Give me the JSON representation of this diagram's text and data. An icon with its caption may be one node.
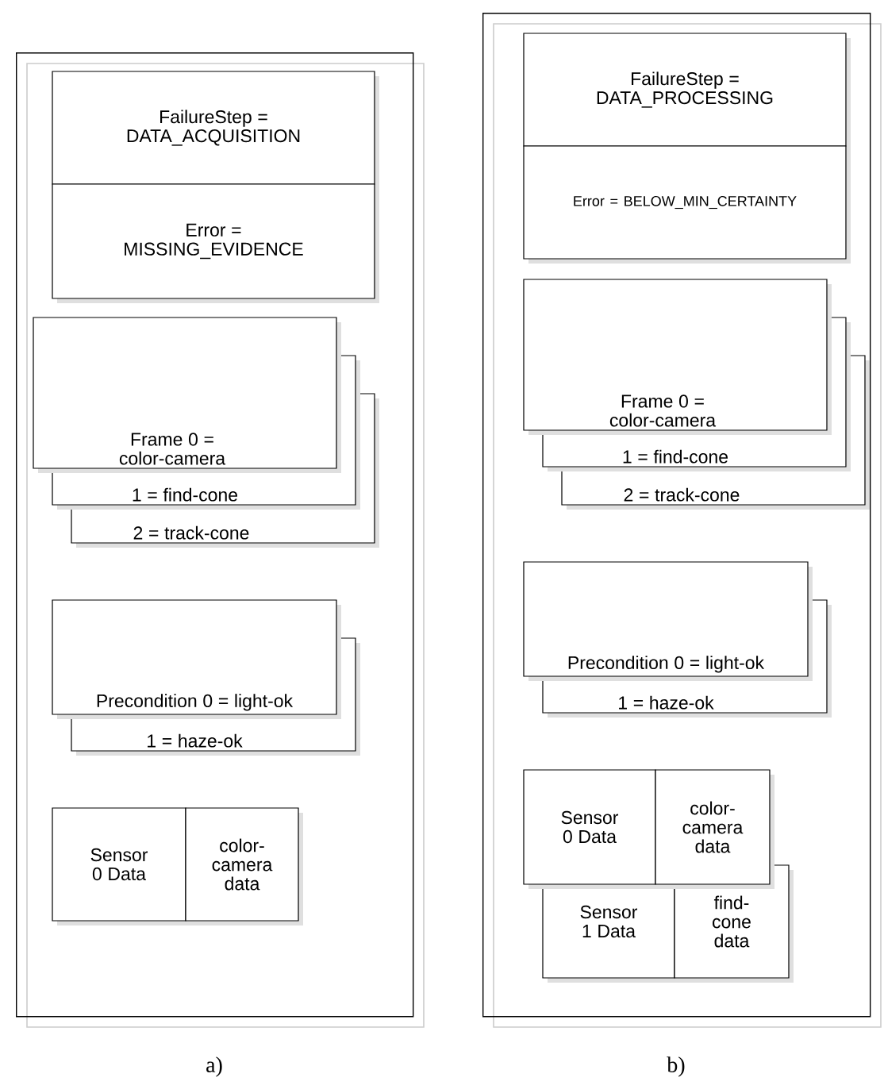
{
  "diagram": {
    "nodes": [
      {
        "text": [],
        "shape": "box",
        "beside": [
          "a)"
        ]
      },
      {
        "text": [
          "FailureStep = DATA_ACQUISITION"
        ],
        "in": 0
      },
      {
        "text": [
          "Error = MISSING_EVIDENCE"
        ],
        "in": 0
      },
      {
        "text": [
          "Frame 0 = color-camera",
          "1 = find-cone",
          "2 = track-cone"
        ],
        "in": 0
      },
      {
        "text": [
          "Precondition 0 = light-ok",
          "1 = haze-ok"
        ],
        "in": 0
      },
      {
        "text": [
          "Sensor 0 Data"
        ],
        "in": 0
      },
      {
        "text": [
          "color-camera data"
        ],
        "in": 0
      },
      {
        "text": [],
        "shape": "box",
        "beside": [
          "b)"
        ]
      },
      {
        "text": [
          "FailureStep = DATA_PROCESSING"
        ],
        "in": 7
      },
      {
        "text": [
          "Error = BELOW_MIN_CERTAINTY"
        ],
        "in": 7
      },
      {
        "text": [
          "Frame 0 = color-camera",
          "1 = find-cone",
          "2 = track-cone"
        ],
        "in": 7
      },
      {
        "text": [
          "Precondition 0 = light-ok",
          "1 = haze-ok"
        ],
        "in": 7
      },
      {
        "text": [
          "Sensor 0 Data"
        ],
        "in": 7
      },
      {
        "text": [
          "color-camera data"
        ],
        "in": 7
      },
      {
        "text": [
          "Sensor 1 Data"
        ],
        "in": 7
      },
      {
        "text": [
          "find-cone data"
        ],
        "in": 7
      }
    ]
  }
}
